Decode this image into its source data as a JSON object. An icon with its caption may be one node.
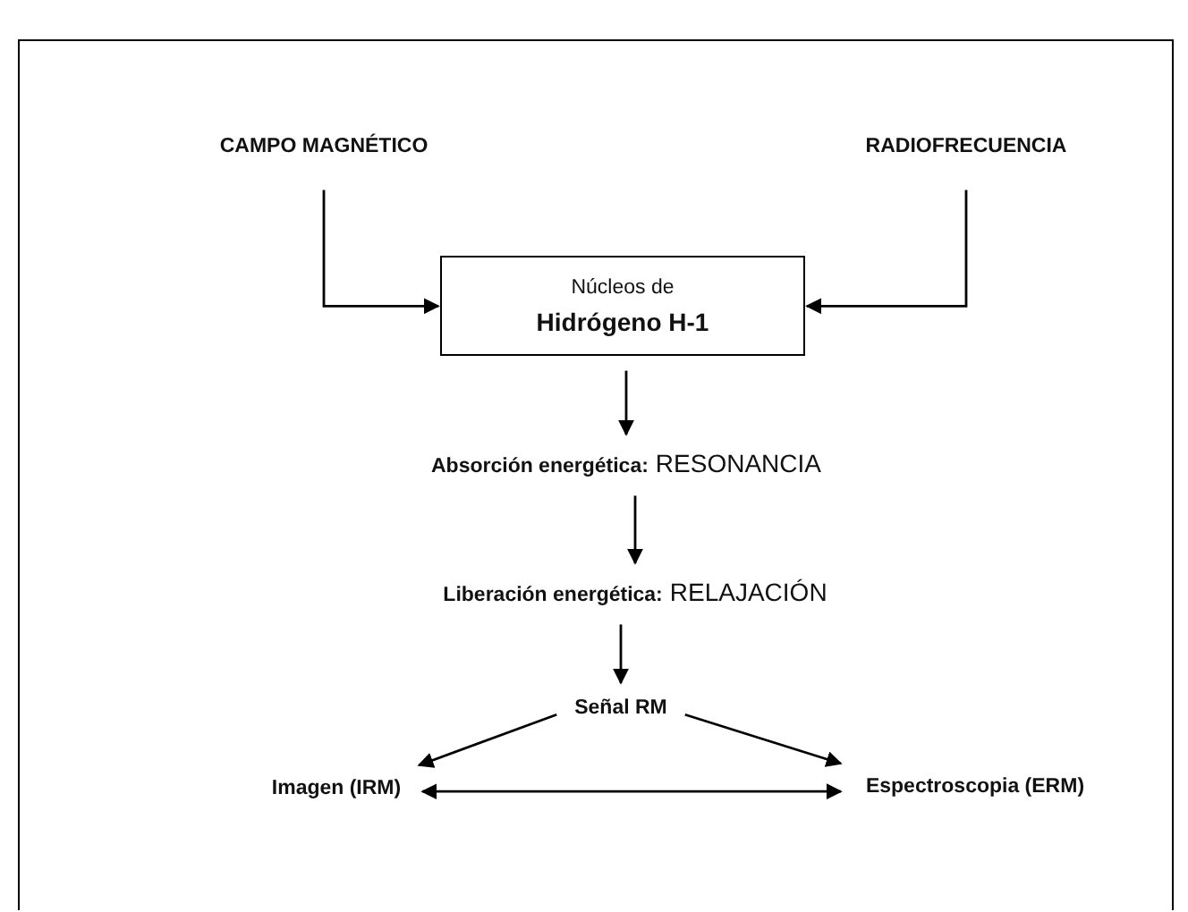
{
  "diagram": {
    "nodes": [
      {
        "text": [
          "CAMPO  MAGNÉTICO"
        ]
      },
      {
        "text": [
          "RADIOFRECUENCIA"
        ]
      },
      {
        "text": [
          "Núcleos de",
          "Hidrógeno H-1"
        ]
      },
      {
        "text": [
          "Absorción energética:",
          "RESONANCIA"
        ]
      },
      {
        "text": [
          "Liberación energética:",
          "RELAJACIÓN"
        ]
      },
      {
        "text": [
          "Señal RM"
        ]
      },
      {
        "text": [
          "Imagen (IRM)"
        ]
      },
      {
        "text": [
          "Espectroscopia (ERM)"
        ]
      }
    ],
    "edges": [
      {
        "from": 0,
        "to": 2,
        "arrow": "to"
      },
      {
        "from": 1,
        "to": 2,
        "arrow": "to"
      },
      {
        "from": 2,
        "to": 3,
        "arrow": "to"
      },
      {
        "from": 3,
        "to": 4,
        "arrow": "to"
      },
      {
        "from": 4,
        "to": 5,
        "arrow": "to"
      },
      {
        "from": 5,
        "to": 6,
        "arrow": "to"
      },
      {
        "from": 5,
        "to": 7,
        "arrow": "to"
      },
      {
        "from": 6,
        "to": 7,
        "arrow": "both"
      }
    ]
  }
}
